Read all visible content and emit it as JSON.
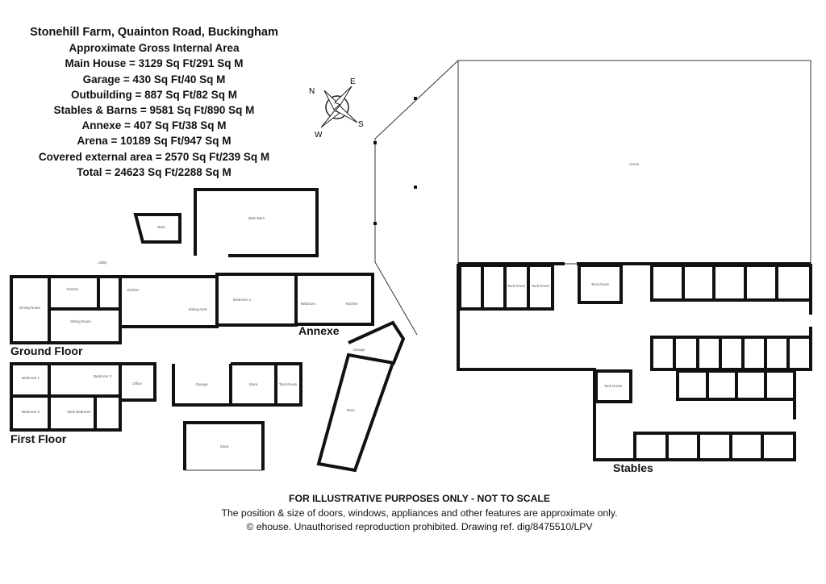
{
  "summary": {
    "title": "Stonehill Farm, Quainton Road, Buckingham",
    "subtitle": "Approximate Gross Internal Area",
    "areas": [
      "Main House = 3129 Sq Ft/291 Sq M",
      "Garage = 430 Sq Ft/40 Sq M",
      "Outbuilding = 887 Sq Ft/82 Sq M",
      "Stables & Barns = 9581 Sq Ft/890 Sq M",
      "Annexe = 407 Sq Ft/38 Sq M",
      "Arena = 10189 Sq Ft/947 Sq M",
      "Covered external area = 2570 Sq Ft/239 Sq M",
      "Total = 24623 Sq Ft/2288 Sq M"
    ]
  },
  "compass": {
    "n": "N",
    "e": "E",
    "s": "S",
    "w": "W"
  },
  "section_labels": {
    "ground_floor": "Ground Floor",
    "first_floor": "First Floor",
    "annexe": "Annexe",
    "stables": "Stables"
  },
  "rooms": {
    "arena": "Arena",
    "main_barn": "Main Barn",
    "barn_small": "Barn",
    "dining_room": "Dining Room",
    "kitchen": "Kitchen",
    "sitting_room": "Sitting Room",
    "utility": "Utility",
    "kitchen2": "Kitchen",
    "sitting_area": "Sitting Area",
    "bedroom2_annexe": "Bedroom 2",
    "bedroom_annexe": "Bedroom",
    "kitchen_annexe": "Kitchen",
    "bedroom1": "Bedroom 1",
    "bedroom2": "Bedroom 2",
    "bedroom3": "Bedroom 3",
    "main_bedroom": "Main Bedroom",
    "office": "Office",
    "garage": "Garage",
    "store1": "Store",
    "tack_room1": "Tack Room",
    "store2": "Store",
    "garage2": "Garage",
    "barn2": "Barn",
    "tack_room2": "Tack Room",
    "tack_room3": "Tack Room",
    "tack_room4": "Tack Room",
    "tack_room5": "Tack Room"
  },
  "footer": {
    "disclaimer": "FOR ILLUSTRATIVE PURPOSES ONLY - NOT TO SCALE",
    "note": "The position & size of doors, windows, appliances and other features are approximate only.",
    "copyright": "© ehouse. Unauthorised reproduction prohibited. Drawing ref. dig/8475510/LPV"
  }
}
